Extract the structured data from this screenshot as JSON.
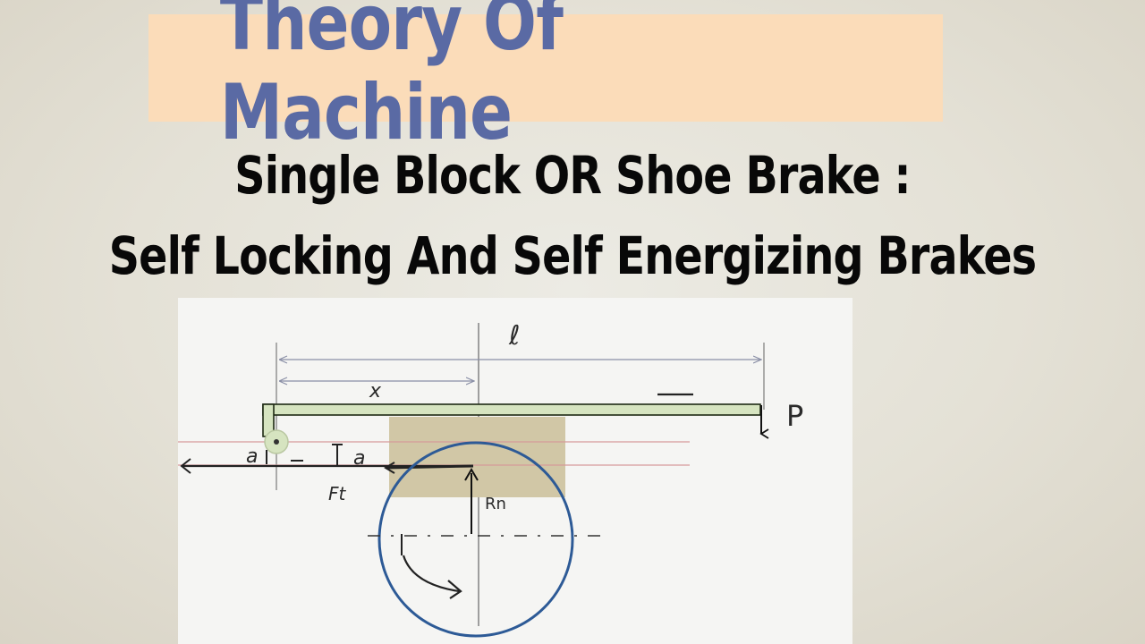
{
  "header": {
    "title": "Theory Of Machine",
    "subtitle_line1": "Single Block OR Shoe Brake :",
    "subtitle_line2": "Self Locking And Self Energizing Brakes"
  },
  "diagram": {
    "labels": {
      "lever_length": "ℓ",
      "pivot_distance": "x",
      "force": "P",
      "offset_a1": "a",
      "offset_a2": "a",
      "tangential_force": "Ft",
      "normal_reaction": "Rn"
    },
    "colors": {
      "lever": "#d6e4c0",
      "lever_stroke": "#1e2a14",
      "shoe": "#d1c7a6",
      "drum": "#2d5a96",
      "guide_lines": "#d79a9a",
      "dimension_lines": "#8a8fa6"
    }
  }
}
